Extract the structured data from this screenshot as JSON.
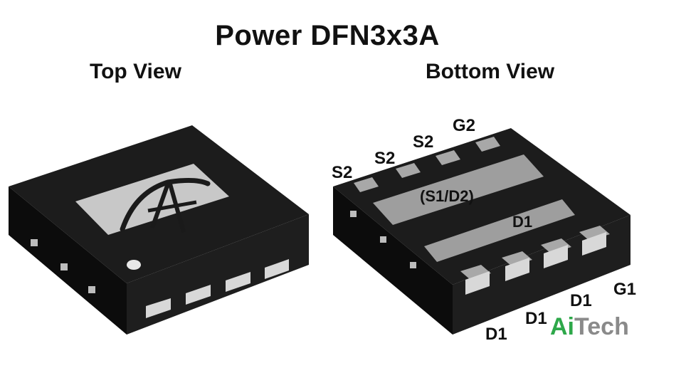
{
  "title": "Power DFN3x3A",
  "views": {
    "top": "Top View",
    "bottom": "Bottom View"
  },
  "pins": {
    "top_row": [
      "S2",
      "S2",
      "S2",
      "G2"
    ],
    "bottom_row": [
      "D1",
      "D1",
      "D1",
      "G1"
    ]
  },
  "pads": {
    "upper": "(S1/D2)",
    "lower": "D1"
  },
  "watermark": {
    "part1": "Ai",
    "part2": "Tech",
    "color1": "#2ea84a",
    "color2": "#8a8a8a"
  },
  "colors": {
    "body_top": "#1c1c1c",
    "body_front": "#0c0c0c",
    "body_side": "#262626",
    "pad_gray": "#9e9e9e",
    "pad_light": "#d8d8d8",
    "logo_bg": "#c8c8c8"
  }
}
